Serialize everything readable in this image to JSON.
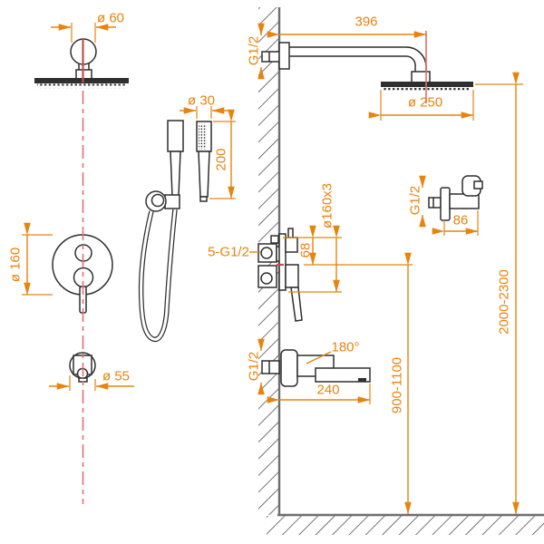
{
  "drawing": {
    "type": "technical-installation-diagram",
    "subject": "concealed shower system",
    "accent_color": "#E8830D",
    "centerline_color": "#E07070",
    "line_color": "#2F2F2F",
    "wall_color": "#6E6E6E",
    "dimensions": {
      "ceiling_head": {
        "ball_diameter": "ø 60"
      },
      "wall_arm": {
        "length": "396",
        "thread": "G1/2",
        "head_diameter": "ø 250",
        "mount_height": "2000-2300"
      },
      "handshower": {
        "diameter": "ø 30",
        "length": "200"
      },
      "wall_outlet_holder": {
        "thread": "G1/2",
        "projection": "86"
      },
      "mixer": {
        "connections": "5-G1/2",
        "port_offset": "68",
        "plate": "ø160x3",
        "plate_front": "ø 160"
      },
      "spout": {
        "escutcheon": "ø 55",
        "swivel": "180°",
        "length": "240",
        "thread": "G1/2",
        "mount_height": "900-1100"
      }
    }
  }
}
